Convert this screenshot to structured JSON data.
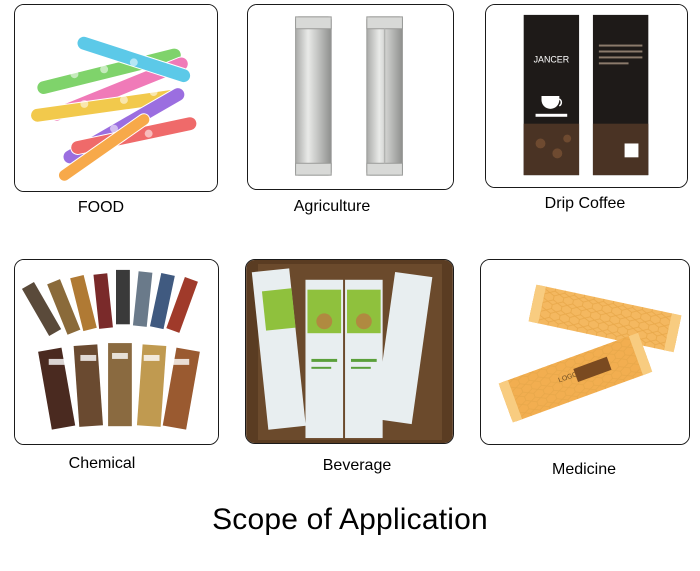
{
  "panels": [
    {
      "label": "FOOD",
      "image": "jelly-stick-candies-image"
    },
    {
      "label": "Agriculture",
      "image": "silver-stick-sachets-image"
    },
    {
      "label": "Drip Coffee",
      "image": "coffee-stick-packs-image",
      "brand_text": "JANCER"
    },
    {
      "label": "Chemical",
      "image": "assorted-stick-packs-image"
    },
    {
      "label": "Beverage",
      "image": "green-beverage-sachets-image"
    },
    {
      "label": "Medicine",
      "image": "honeycomb-pillow-packs-image",
      "logo_text": "LOGO"
    }
  ],
  "title": "Scope of Application"
}
